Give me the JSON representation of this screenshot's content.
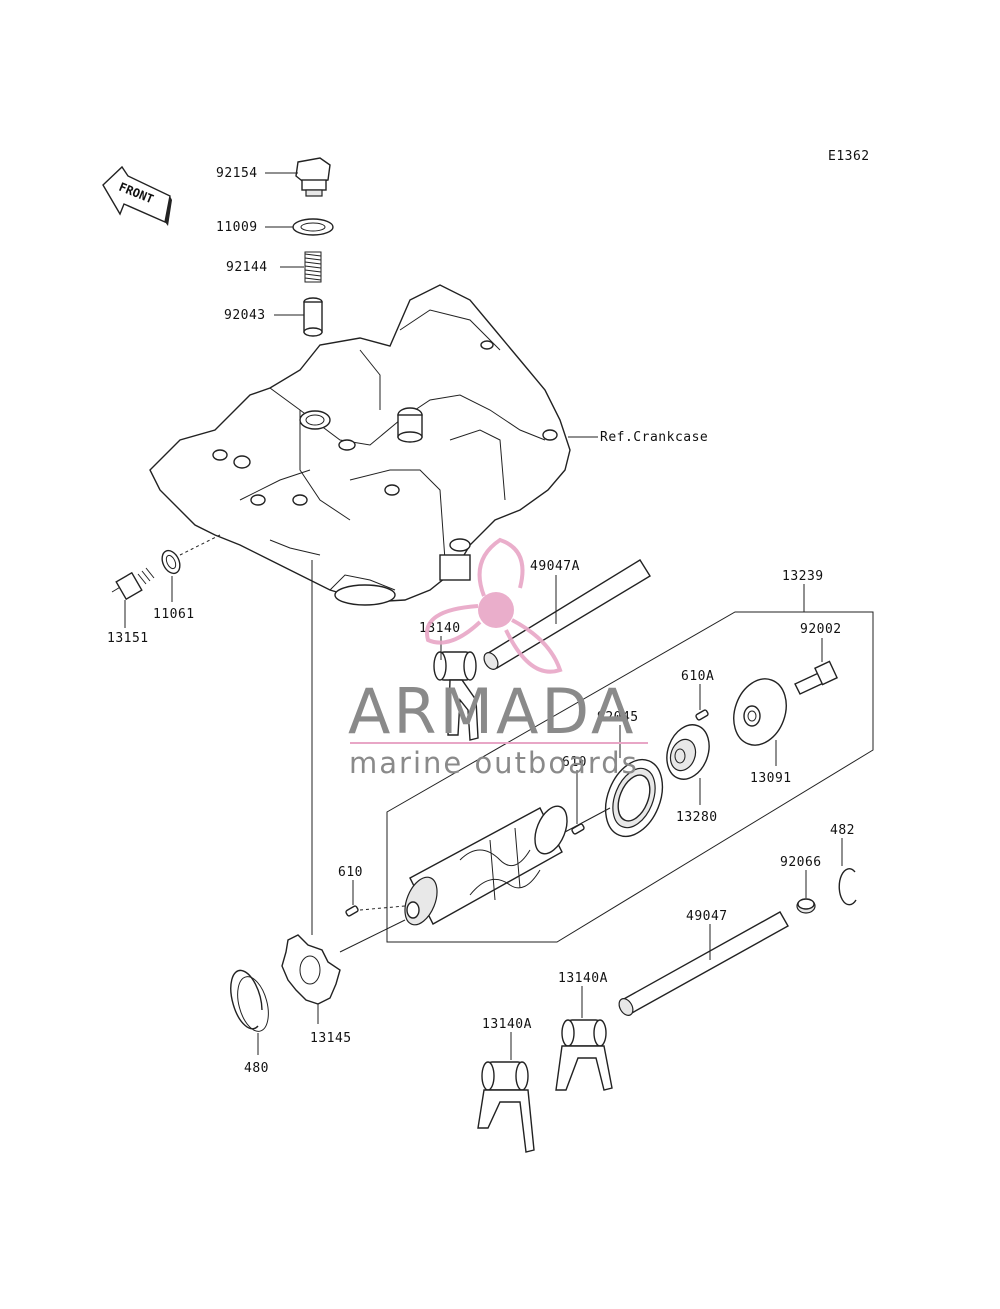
{
  "diagram_code": "E1362",
  "front_label": "FRONT",
  "reference_label": "Ref.Crankcase",
  "watermark": {
    "brand": "ARMADA",
    "tagline": "marine outboards",
    "logo_color": "#e8a6c6"
  },
  "parts": {
    "p92154": "92154",
    "p11009": "11009",
    "p92144": "92144",
    "p92043": "92043",
    "p11061": "11061",
    "p13151": "13151",
    "p49047A": "49047A",
    "p13239": "13239",
    "p92002": "92002",
    "p13140": "13140",
    "p610A": "610A",
    "p92045": "92045",
    "p610_upper": "610",
    "p13091": "13091",
    "p13280": "13280",
    "p482": "482",
    "p92066": "92066",
    "p610_lower": "610",
    "p49047": "49047",
    "p13140A_right": "13140A",
    "p13140A_left": "13140A",
    "p13145": "13145",
    "p480": "480"
  }
}
